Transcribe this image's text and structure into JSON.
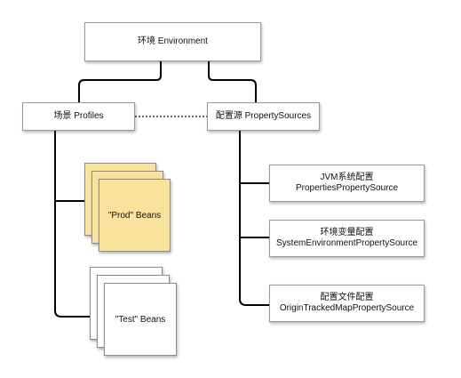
{
  "nodes": {
    "environment": "环境 Environment",
    "profiles": "场景 Profiles",
    "property_sources": "配置源 PropertySources",
    "source_1": {
      "line1": "JVM系统配置",
      "line2": "PropertiesPropertySource"
    },
    "source_2": {
      "line1": "环境变量配置",
      "line2": "SystemEnvironmentPropertySource"
    },
    "source_3": {
      "line1": "配置文件配置",
      "line2": "OriginTrackedMapPropertySource"
    },
    "prod_beans": "\"Prod\" Beans",
    "test_beans": "\"Test\" Beans"
  },
  "colors": {
    "line": "#000000",
    "border": "#9a9a9a",
    "prod_fill": "#f9e29b",
    "test_fill": "#ffffff"
  }
}
